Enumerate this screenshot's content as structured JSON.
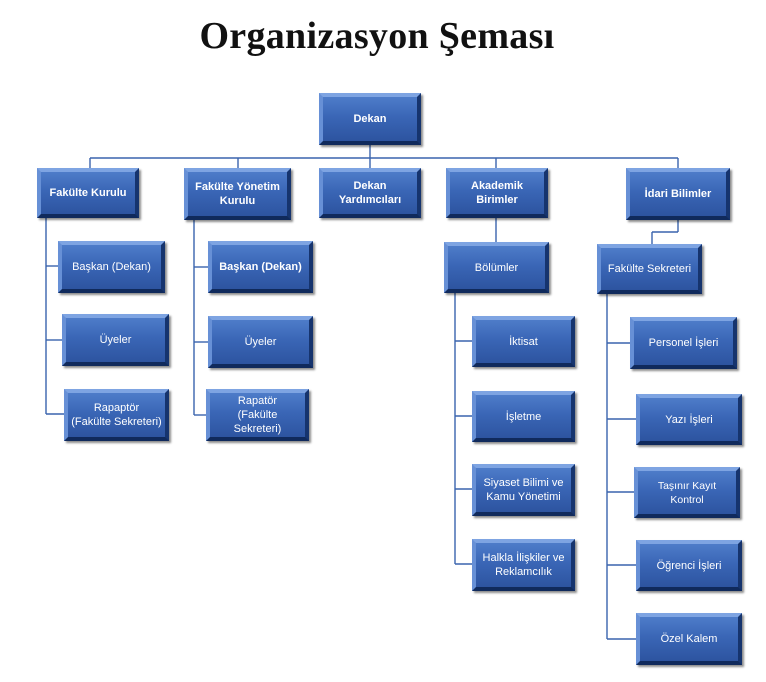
{
  "title": "Organizasyon Şeması",
  "nodes": {
    "dekan": "Dekan",
    "fakulte_kurulu": "Fakülte Kurulu",
    "fakulte_yonetim_kurulu": "Fakülte Yönetim\nKurulu",
    "dekan_yardimcilari": "Dekan Yardımcıları",
    "akademik_birimler": "Akademik Birimler",
    "idari_bilimler": "İdari Bilimler",
    "fk_baskan": "Başkan (Dekan)",
    "fk_uyeler": "Üyeler",
    "fk_raportor": "Rapaptör\n(Fakülte Sekreteri)",
    "fyk_baskan": "Başkan (Dekan)",
    "fyk_uyeler": "Üyeler",
    "fyk_raportor": "Rapatör\n(Fakülte Sekreteri)",
    "bolumler": "Bölümler",
    "iktisat": "İktisat",
    "isletme": "İşletme",
    "siyaset": "Siyaset Bilimi ve\nKamu Yönetimi",
    "halkla": "Halkla İlişkiler ve\nReklamcılık",
    "fakulte_sekreteri": "Fakülte Sekreteri",
    "personel": "Personel İşleri",
    "yazi": "Yazı İşleri",
    "tasinir": "Taşınır Kayıt Kontrol",
    "ogrenci": "Öğrenci İşleri",
    "ozel_kalem": "Özel Kalem"
  }
}
